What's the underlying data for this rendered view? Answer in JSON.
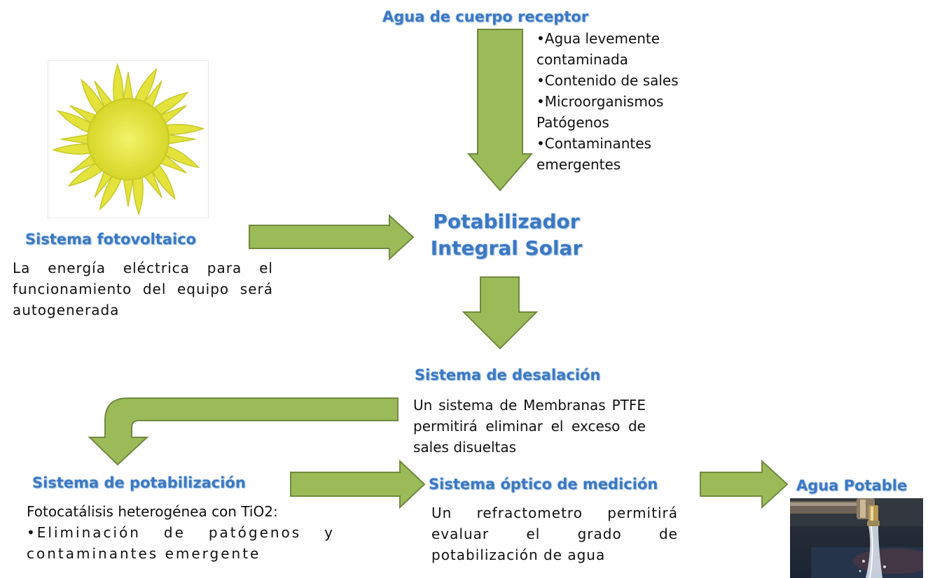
{
  "intake": {
    "title": "Agua de cuerpo receptor",
    "items": [
      {
        "label": "•Agua levemente contaminada"
      },
      {
        "label": "•Contenido de sales"
      },
      {
        "label": "•Microorganismos Patógenos"
      },
      {
        "label": "•Contaminantes emergentes"
      }
    ]
  },
  "photovoltaic": {
    "title": "Sistema fotovoltaico",
    "description": "La energía eléctrica para el funcionamiento del equipo será autogenerada",
    "icon": "sun-icon"
  },
  "core": {
    "title_line1": "Potabilizador",
    "title_line2": "Integral Solar"
  },
  "desalination": {
    "title": "Sistema de desalación",
    "description": "Un sistema de Membranas PTFE permitirá eliminar el exceso de sales disueltas"
  },
  "purification": {
    "title": "Sistema de potabilización",
    "line1": "Fotocatálisis heterogénea con TiO2:",
    "line2": "•Eliminación de patógenos y contaminantes emergente"
  },
  "optical": {
    "title": "Sistema óptico de medición",
    "description": "Un refractometro permitirá evaluar el grado de potabilización de agua"
  },
  "output": {
    "title": "Agua Potable",
    "image": "water-tap-photo"
  },
  "colors": {
    "arrow_fill": "#9bbb59",
    "arrow_stroke": "#71893f",
    "heading": "#3b78c2",
    "sun": "#e9e84a"
  }
}
